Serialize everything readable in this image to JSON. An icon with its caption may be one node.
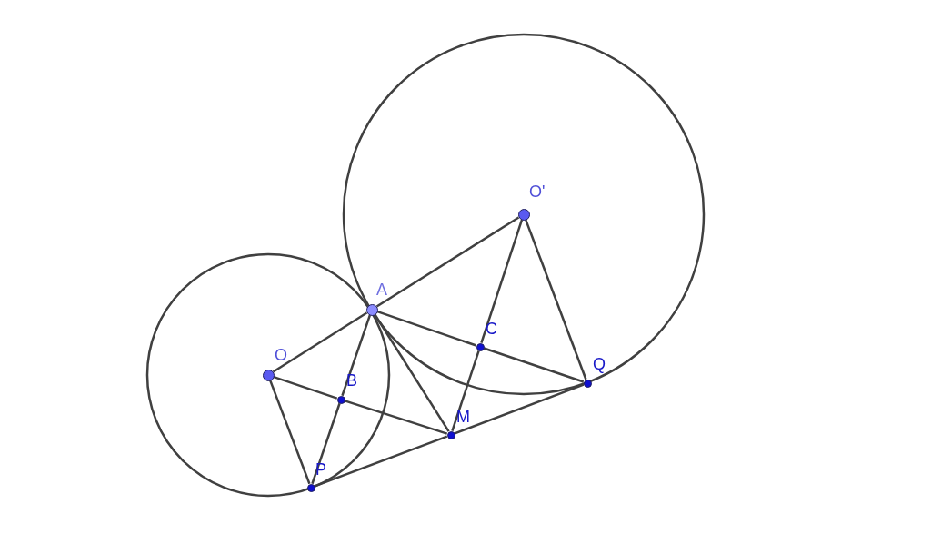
{
  "diagram": {
    "nodes": [
      {
        "text": [],
        "shape": "circle",
        "beside": [
          "O"
        ]
      },
      {
        "text": [],
        "shape": "circle",
        "beside": [
          "O'"
        ]
      },
      {
        "text": [],
        "shape": "circle",
        "beside": [
          "A"
        ]
      },
      {
        "text": [],
        "shape": "circle",
        "beside": [
          "B"
        ]
      },
      {
        "text": [],
        "shape": "circle",
        "beside": [
          "C"
        ]
      },
      {
        "text": [],
        "shape": "circle",
        "beside": [
          "M"
        ]
      },
      {
        "text": [],
        "shape": "circle",
        "beside": [
          "P"
        ]
      },
      {
        "text": [],
        "shape": "circle",
        "beside": [
          "Q"
        ]
      }
    ],
    "edges": [
      {
        "from": 0,
        "to": 2,
        "arrow": "none"
      },
      {
        "from": 2,
        "to": 1,
        "arrow": "none"
      },
      {
        "from": 0,
        "to": 6,
        "arrow": "none"
      },
      {
        "from": 0,
        "to": 3,
        "arrow": "none"
      },
      {
        "from": 3,
        "to": 5,
        "arrow": "none"
      },
      {
        "from": 2,
        "to": 3,
        "arrow": "none"
      },
      {
        "from": 3,
        "to": 6,
        "arrow": "none"
      },
      {
        "from": 2,
        "to": 5,
        "arrow": "none"
      },
      {
        "from": 2,
        "to": 4,
        "arrow": "none"
      },
      {
        "from": 4,
        "to": 7,
        "arrow": "none"
      },
      {
        "from": 1,
        "to": 4,
        "arrow": "none"
      },
      {
        "from": 4,
        "to": 5,
        "arrow": "none"
      },
      {
        "from": 1,
        "to": 7,
        "arrow": "none"
      },
      {
        "from": 6,
        "to": 5,
        "arrow": "none"
      },
      {
        "from": 5,
        "to": 7,
        "arrow": "none"
      }
    ]
  }
}
